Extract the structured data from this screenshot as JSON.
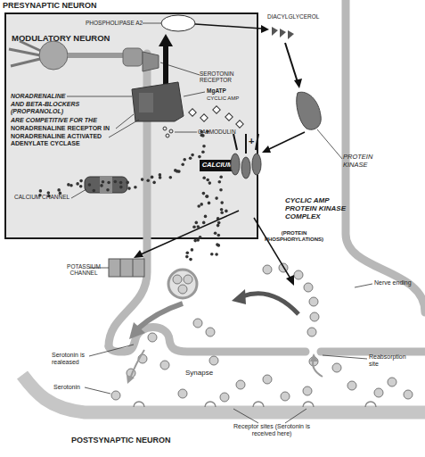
{
  "diagram": {
    "nodes": [
      {
        "text": [
          "MODULATORY NEURON"
        ]
      },
      {
        "text": [
          "CALCIUM"
        ],
        "in": 0
      }
    ],
    "labels": [
      "PRESYNAPTIC NEURON",
      "PHOSPHOLIPASE A2",
      "DIACYLGLYCEROL",
      "SEROTONIN RECEPTOR",
      "MgATP",
      "CYCLIC AMP",
      "NORADRENALINE",
      "AND BETA-BLOCKERS (PROPRANOLOL)",
      "ARE COMPETITIVE FOR THE",
      "NORADRENALINE RECEPTOR IN",
      "NORADRENALINE ACTIVATED ADENYLATE CYCLASE",
      "CALMODULIN",
      "CALCIUM CHANNEL",
      "PROTEIN KINASE",
      "CYCLIC AMP PROTEIN KINASE COMPLEX",
      "(PROTEIN PHOSPHORYLATIONS)",
      "POTASSIUM CHANNEL",
      "Nerve ending",
      "Serotonin is realeased",
      "Reabsorption site",
      "Synapse",
      "Serotonin",
      "POSTSYNAPTIC NEURON",
      "Receptor sites (Serotonin is received here)",
      "+"
    ]
  }
}
